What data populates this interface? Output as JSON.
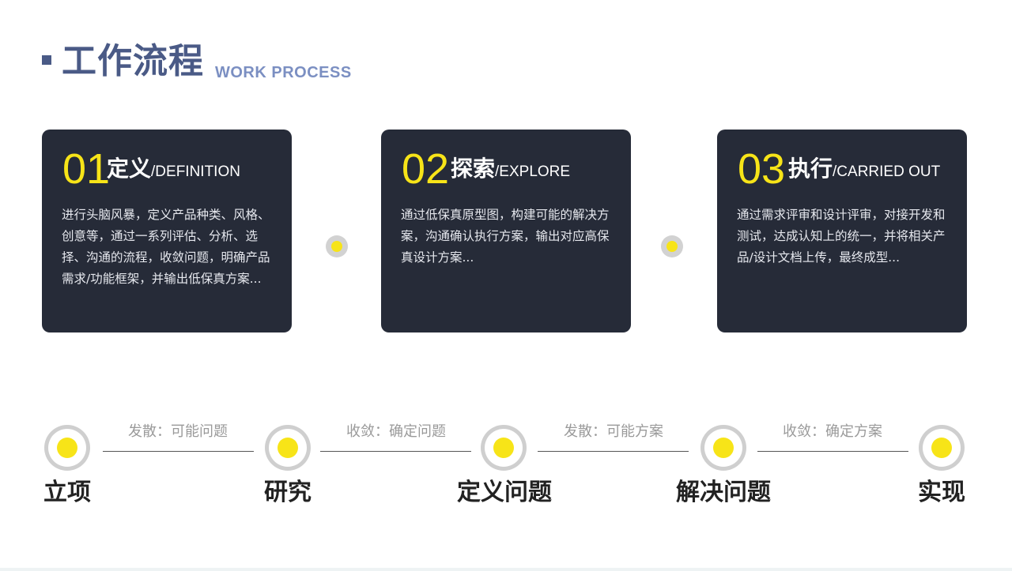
{
  "header": {
    "title": "工作流程",
    "subtitle": "WORK PROCESS"
  },
  "cards": [
    {
      "num": "01",
      "title_zh": "定义",
      "title_en": "/DEFINITION",
      "desc": "进行头脑风暴，定义产品种类、风格、创意等，通过一系列评估、分析、选择、沟通的流程，收敛问题，明确产品需求/功能框架，并输出低保真方案..."
    },
    {
      "num": "02",
      "title_zh": "探索",
      "title_en": "/EXPLORE",
      "desc": "通过低保真原型图，构建可能的解决方案，沟通确认执行方案，输出对应高保真设计方案..."
    },
    {
      "num": "03",
      "title_zh": "执行",
      "title_en": "/CARRIED OUT",
      "desc": "通过需求评审和设计评审，对接开发和测试，达成认知上的统一，并将相关产品/设计文档上传，最终成型..."
    }
  ],
  "timeline": {
    "stages": [
      "立项",
      "研究",
      "定义问题",
      "解决问题",
      "实现"
    ],
    "connectors": [
      "发散：可能问题",
      "收敛：确定问题",
      "发散：可能方案",
      "收敛：确定方案"
    ]
  },
  "colors": {
    "accent_yellow": "#f7e418",
    "card_bg": "#262b38",
    "title_blue": "#4a5a86",
    "subtitle_blue": "#7b8fc2"
  }
}
